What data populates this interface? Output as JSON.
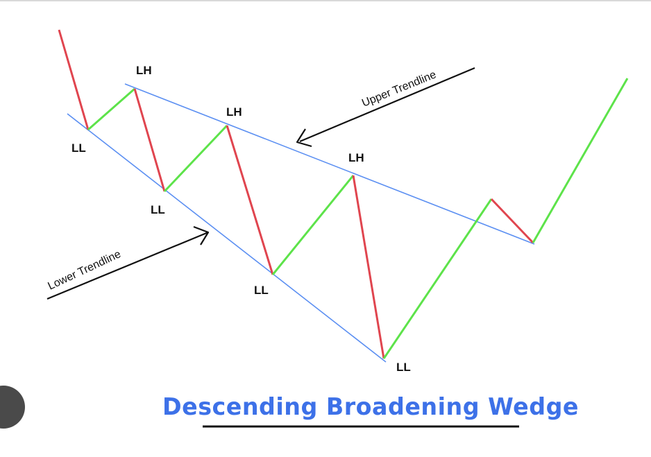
{
  "title": "Descending Broadening Wedge",
  "colors": {
    "up_leg": "#5de34a",
    "down_leg": "#e0454f",
    "trendline": "#5b8ff2",
    "title": "#3d71e8",
    "text": "#111111",
    "side_button": "#4a4a4a"
  },
  "trendlines": {
    "upper_label": "Upper Trendline",
    "lower_label": "Lower Trendline"
  },
  "pivot_labels": {
    "ll_1": "LL",
    "lh_1": "LH",
    "ll_2": "LL",
    "lh_2": "LH",
    "ll_3": "LL",
    "lh_3": "LH",
    "ll_4": "LL"
  },
  "icons": [
    "upper-trendline-arrow-icon",
    "lower-trendline-arrow-icon",
    "side-circle-button"
  ]
}
